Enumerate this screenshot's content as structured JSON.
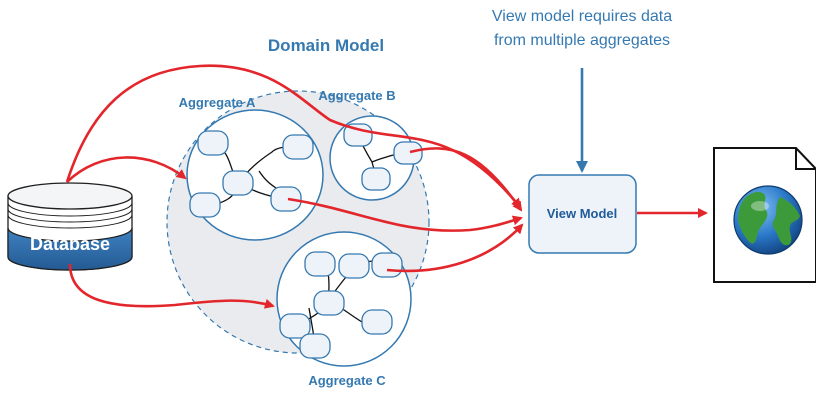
{
  "diagram": {
    "title": "Domain Model",
    "note_line1": "View model requires data",
    "note_line2": "from multiple aggregates",
    "database_label": "Database",
    "view_model_label": "View Model",
    "aggregate_a_label": "Aggregate A",
    "aggregate_b_label": "Aggregate B",
    "aggregate_c_label": "Aggregate C",
    "globe_icon": "globe-icon",
    "document_icon": "document-icon"
  },
  "colors": {
    "accent_blue": "#3579b1",
    "arrow_red": "#e3262b",
    "domain_fill": "#e9ebee",
    "node_fill": "#eef3f9",
    "db_fill": "#2f6fae"
  }
}
